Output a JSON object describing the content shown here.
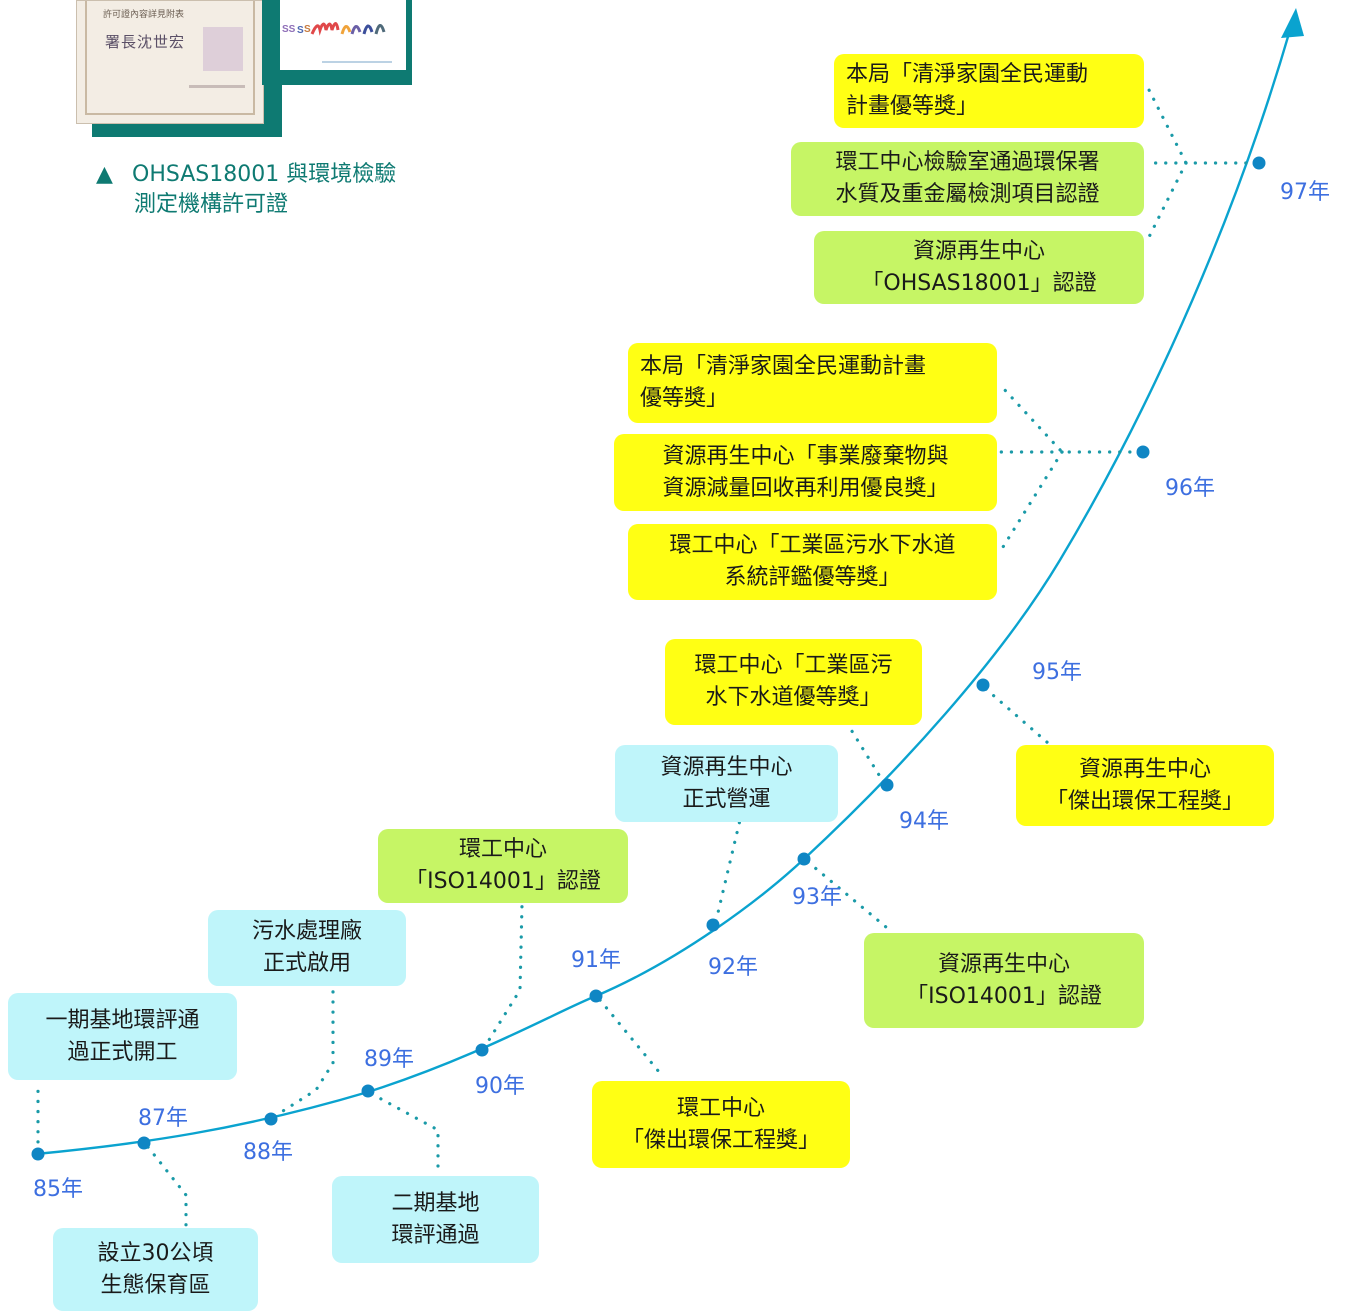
{
  "caption": {
    "marker": "▲",
    "line1": "OHSAS18001 與環境檢驗",
    "line2": "測定機構許可證"
  },
  "certificate": {
    "stamp_text": "署長沈世宏",
    "header_text": "許可證內容詳見附表"
  },
  "years": [
    "85年",
    "87年",
    "88年",
    "89年",
    "90年",
    "91年",
    "92年",
    "93年",
    "94年",
    "95年",
    "96年",
    "97年"
  ],
  "events": {
    "e85": "一期基地環評通\n過正式開工",
    "e87": "設立30公頃\n生態保育區",
    "e88": "污水處理廠\n正式啟用",
    "e89": "二期基地\n環評通過",
    "e90": "環工中心\n「ISO14001」認證",
    "e91": "環工中心\n「傑出環保工程獎」",
    "e92": "資源再生中心\n正式營運",
    "e93": "資源再生中心\n「ISO14001」認證",
    "e94": "環工中心「工業區污\n水下水道優等獎」",
    "e95": "資源再生中心\n「傑出環保工程獎」",
    "e96a": "本局「清淨家園全民運動計畫\n優等獎」",
    "e96b": "資源再生中心「事業廢棄物與\n資源減量回收再利用優良獎」",
    "e96c": "環工中心「工業區污水下水道\n系統評鑑優等獎」",
    "e97a": "本局「清淨家園全民運動\n計畫優等獎」",
    "e97b": "環工中心檢驗室通過環保署\n水質及重金屬檢測項目認證",
    "e97c": "資源再生中心\n「OHSAS18001」認證"
  },
  "colors": {
    "curve": "#0aa3cf",
    "dot": "#0f86c4",
    "connector": "#1a9aa8",
    "year_text": "#3d6fe0",
    "frame": "#0e7a72"
  }
}
